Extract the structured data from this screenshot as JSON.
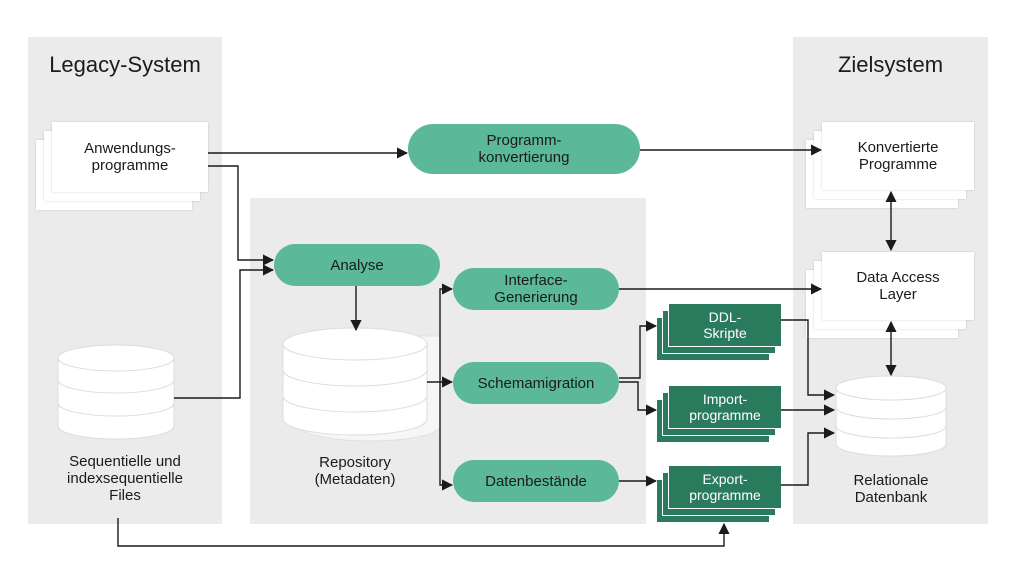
{
  "panels": {
    "legacy_title": "Legacy-System",
    "target_title": "Zielsystem"
  },
  "nodes": {
    "anwendungsprogramme": "Anwendungs-\nprogramme",
    "sequentielle_files": "Sequentielle und\nindexsequentielle\nFiles",
    "programmkonvertierung": "Programm-\nkonvertierung",
    "analyse": "Analyse",
    "repository": "Repository\n(Metadaten)",
    "interface_generierung": "Interface-\nGenerierung",
    "schemamigration": "Schemamigration",
    "datenbestaende": "Datenbestände",
    "ddl_skripte": "DDL-\nSkripte",
    "importprogramme": "Import-\nprogramme",
    "exportprogramme": "Export-\nprogramme",
    "konvertierte_programme": "Konvertierte\nProgramme",
    "data_access_layer": "Data Access\nLayer",
    "relationale_datenbank": "Relationale\nDatenbank"
  },
  "colors": {
    "panel": "#ebebeb",
    "process_green": "#5bb899",
    "artifact_dark_green": "#2a7a5e",
    "arrow": "#1b1b1b"
  }
}
